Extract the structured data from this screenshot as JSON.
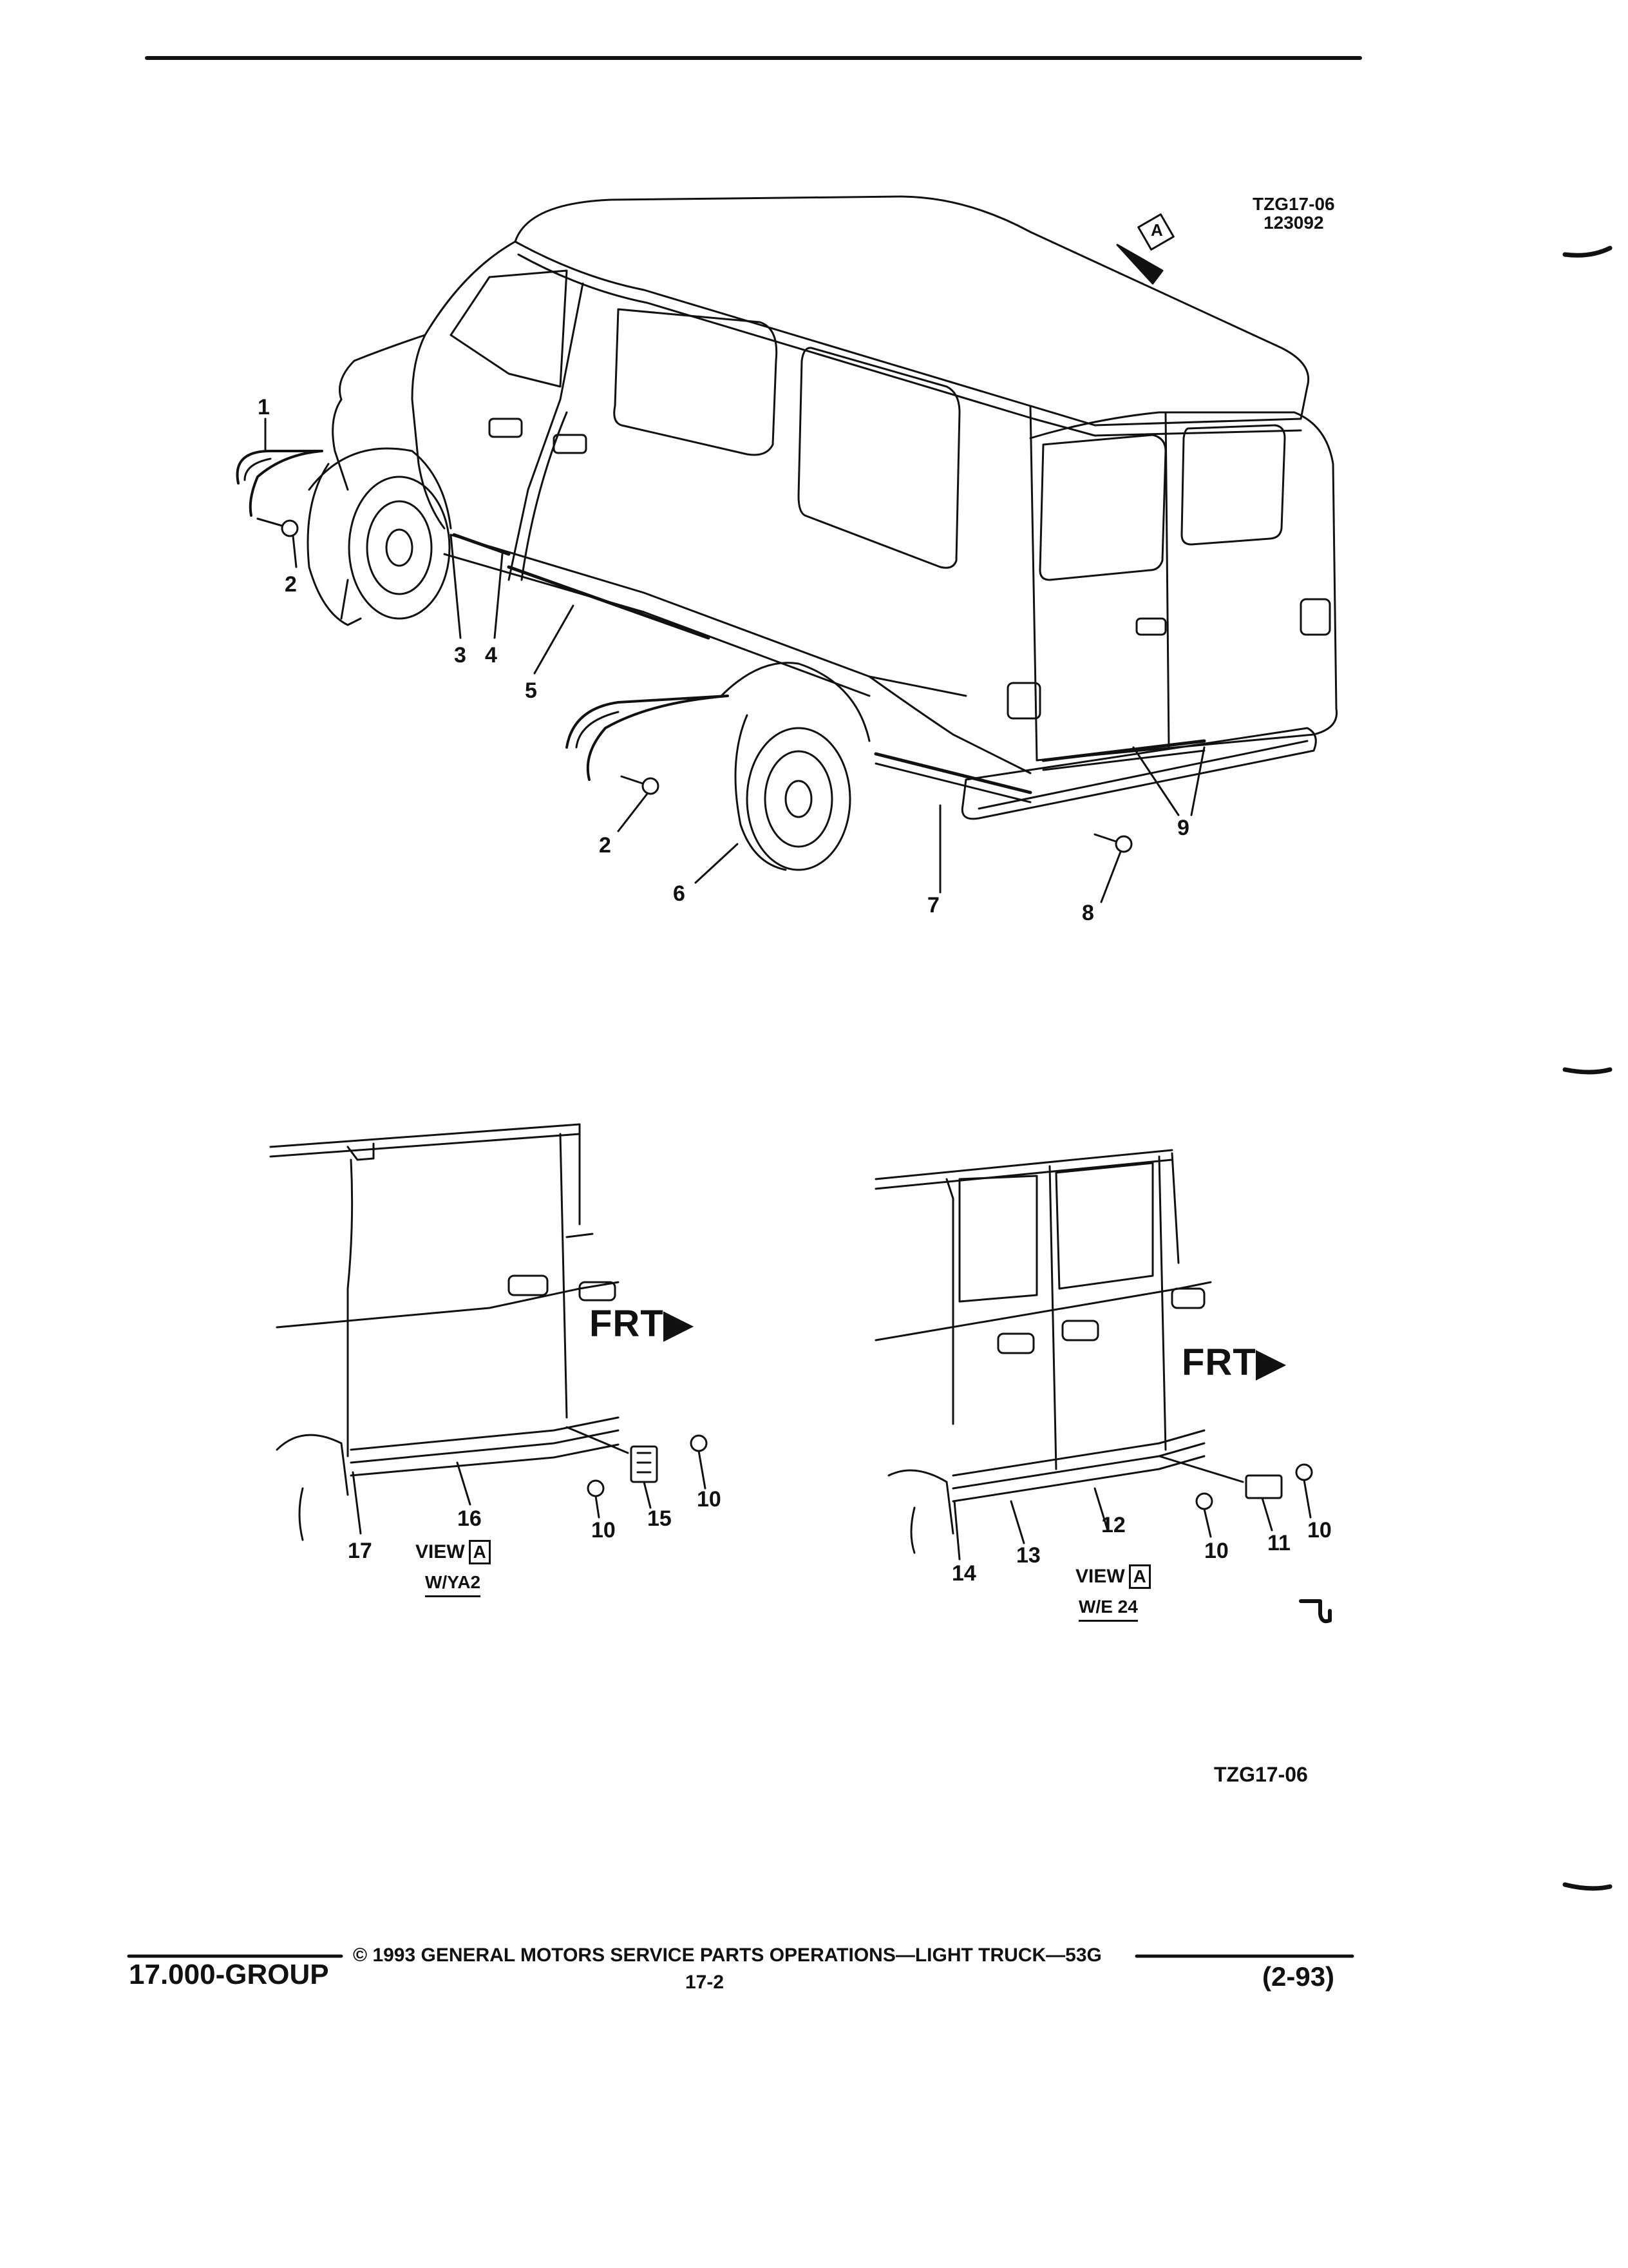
{
  "figure": {
    "code": "TZG17-06",
    "date_code": "123092",
    "view_marker": "A",
    "bottom_code": "TZG17-06"
  },
  "callouts_main": [
    "1",
    "2",
    "3",
    "4",
    "5",
    "2",
    "6",
    "7",
    "8",
    "9"
  ],
  "left_view": {
    "frt": "FRT",
    "view_label": "VIEW",
    "view_letter": "A",
    "option": "W/YA2",
    "callouts": [
      "16",
      "17",
      "10",
      "15",
      "10"
    ]
  },
  "right_view": {
    "frt": "FRT",
    "view_label": "VIEW",
    "view_letter": "A",
    "option": "W/E 24",
    "callouts": [
      "12",
      "13",
      "14",
      "10",
      "11",
      "10"
    ]
  },
  "footer": {
    "group": "17.000-GROUP",
    "copyright": "© 1993 GENERAL MOTORS SERVICE PARTS OPERATIONS—LIGHT TRUCK—53G",
    "page": "17-2",
    "date": "(2-93)"
  },
  "colors": {
    "ink": "#111111",
    "paper": "#ffffff"
  }
}
